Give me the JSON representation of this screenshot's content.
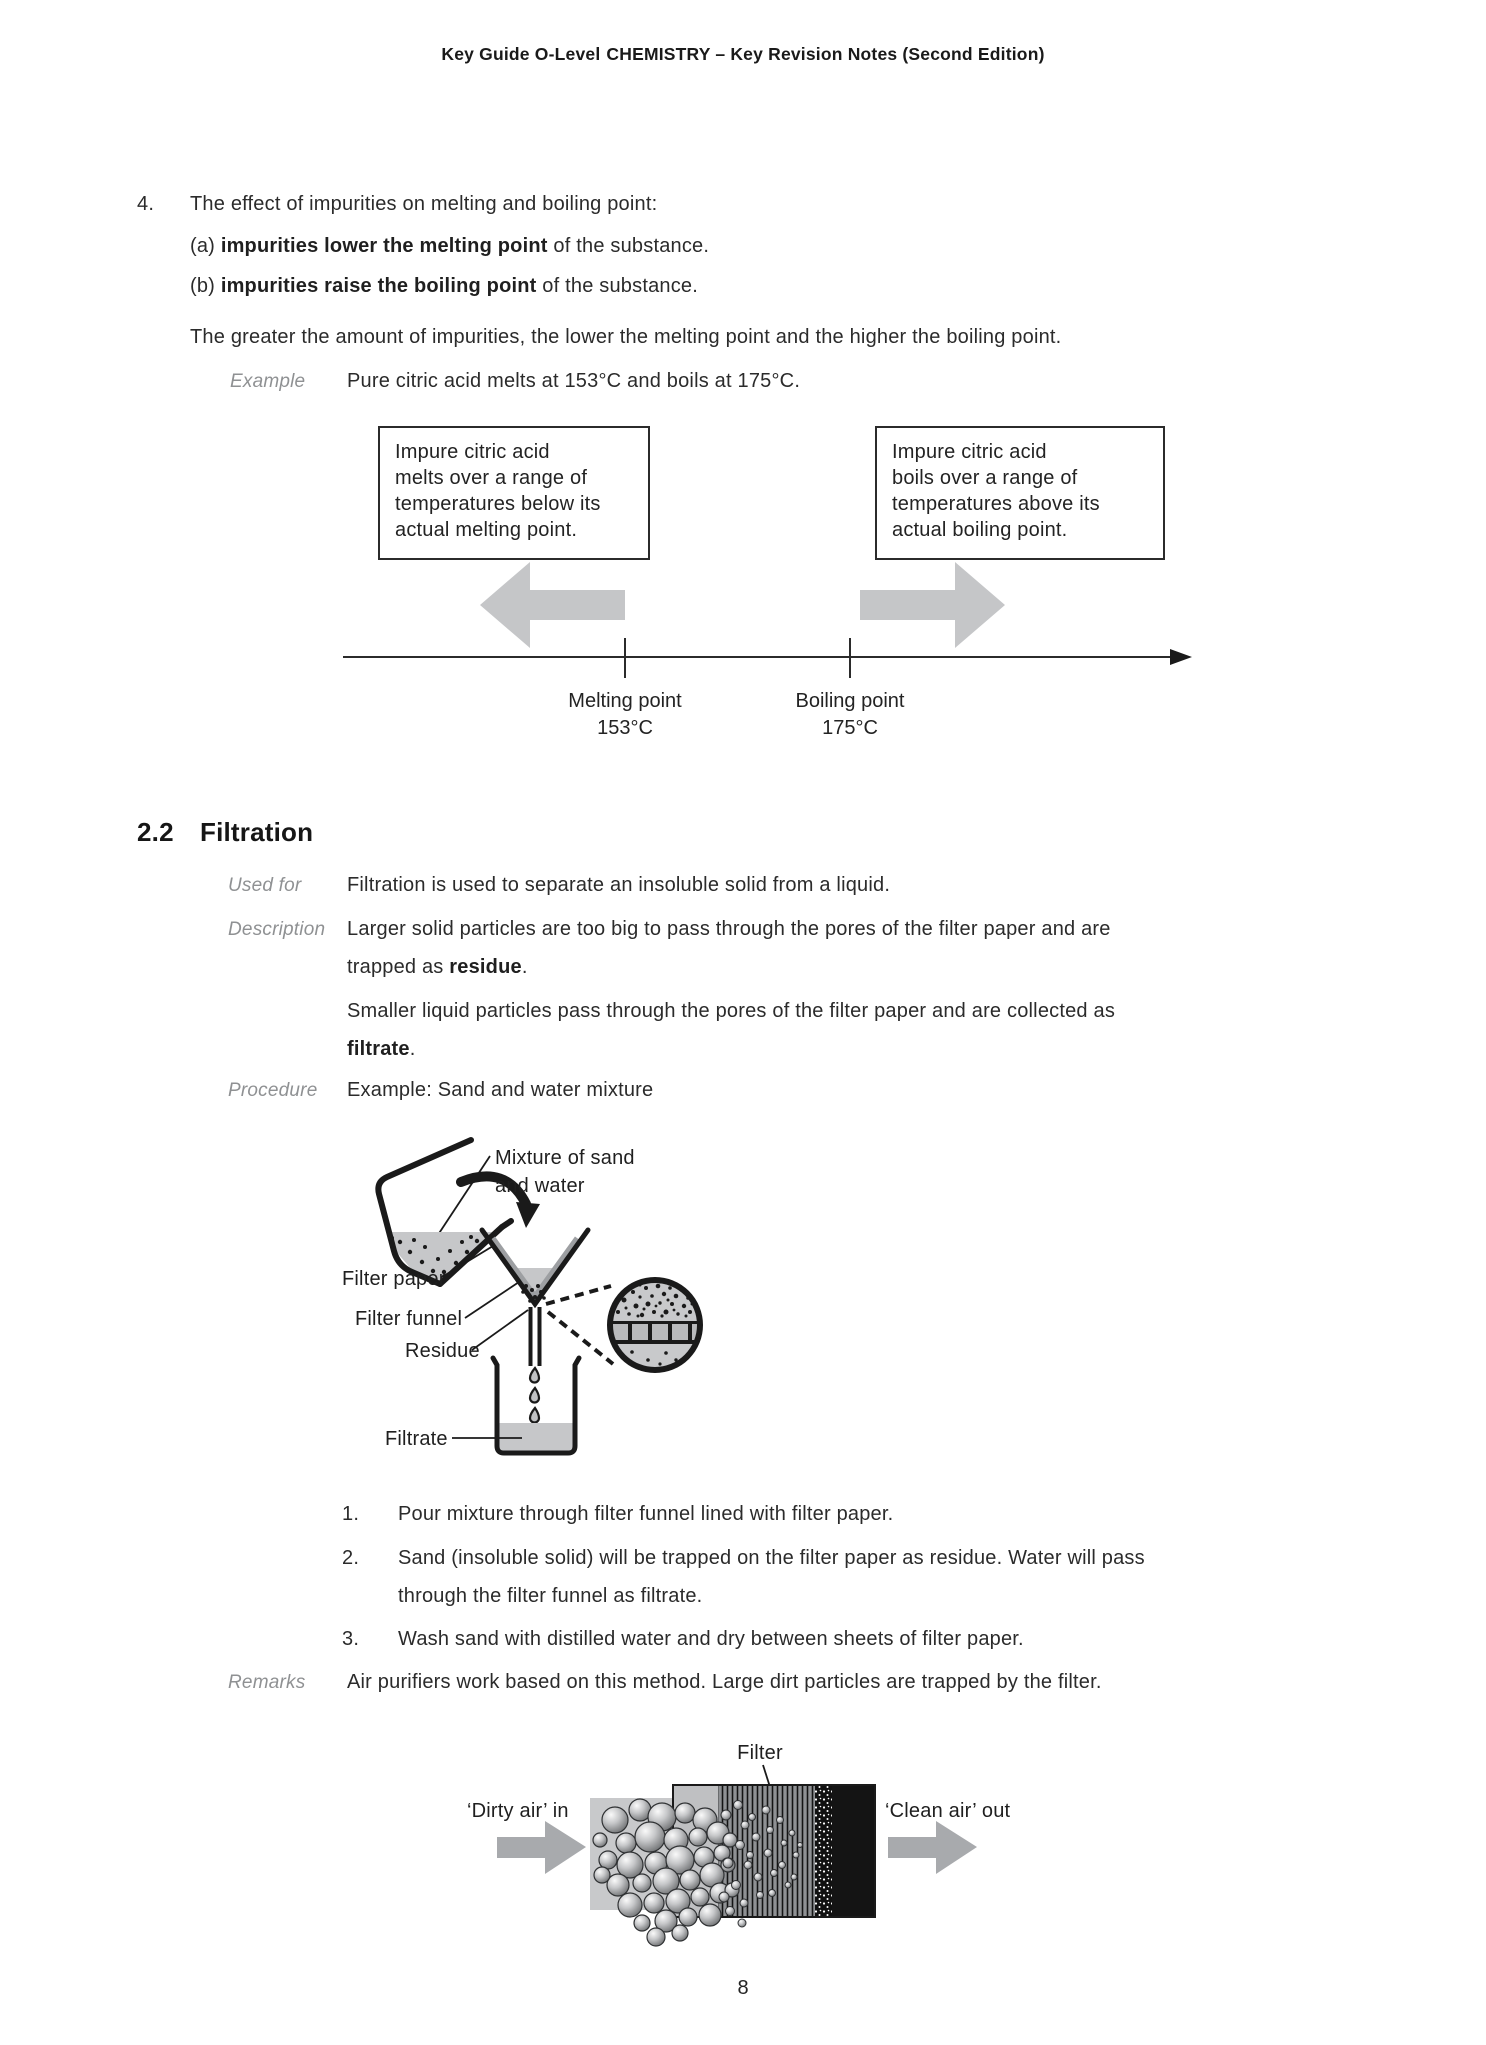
{
  "header": {
    "prefix": "Key Guide O-Level",
    "main": "CHEMISTRY – Key Revision Notes (Second Edition)"
  },
  "section4": {
    "number": "4.",
    "intro": "The effect of impurities on melting and boiling point:",
    "item_a": {
      "prefix": "(a) ",
      "bold": "impurities lower the melting point",
      "rest": " of the substance."
    },
    "item_b": {
      "prefix": "(b) ",
      "bold": "impurities raise the boiling point",
      "rest": " of the substance."
    },
    "summary": "The greater the amount of impurities, the lower the melting point and the higher the boiling point.",
    "example_label": "Example",
    "example_text": "Pure citric acid melts at 153°C and boils at 175°C."
  },
  "mp_diagram": {
    "left_box_lines": [
      "Impure citric acid",
      "melts over a range of",
      "temperatures below its",
      "actual melting point."
    ],
    "right_box_lines": [
      "Impure citric acid",
      "boils over a range of",
      "temperatures above its",
      "actual boiling point."
    ],
    "melting_label": "Melting point",
    "melting_value": "153°C",
    "boiling_label": "Boiling point",
    "boiling_value": "175°C"
  },
  "filtration": {
    "section_number": "2.2",
    "section_title": "Filtration",
    "used_for_label": "Used for",
    "used_for_text": "Filtration is used to separate an insoluble solid from a liquid.",
    "description_label": "Description",
    "description_line1": "Larger solid particles are too big to pass through the pores of the filter paper and are",
    "description_line2_pre": "trapped as ",
    "description_line2_bold": "residue",
    "description_line2_post": ".",
    "filtrate_line1": "Smaller liquid particles pass through the pores of the filter paper and are collected as",
    "filtrate_line2_bold": "filtrate",
    "filtrate_line2_post": ".",
    "procedure_label": "Procedure",
    "procedure_text": "Example: Sand and water mixture",
    "steps": [
      {
        "num": "1.",
        "line1": "Pour mixture through filter funnel lined with filter paper.",
        "line2": ""
      },
      {
        "num": "2.",
        "line1": "Sand (insoluble solid) will be trapped on the filter paper as residue. Water will pass",
        "line2": "through the filter funnel as filtrate."
      },
      {
        "num": "3.",
        "line1": "Wash sand with distilled water and dry between sheets of filter paper.",
        "line2": ""
      }
    ],
    "remarks_label": "Remarks",
    "remarks_text": "Air purifiers work based on this method. Large dirt particles are trapped by the filter."
  },
  "filtration_diagram": {
    "mixture_line1": "Mixture of sand",
    "mixture_line2": "and water",
    "filter_paper": "Filter paper",
    "filter_funnel": "Filter funnel",
    "residue": "Residue",
    "filtrate": "Filtrate"
  },
  "air_diagram": {
    "filter": "Filter",
    "dirty_in": "‘Dirty air’ in",
    "clean_out": "‘Clean air’ out"
  },
  "page_number": "8",
  "colors": {
    "ink": "#1a1a1a",
    "body_text": "#2b2b2b",
    "label_gray": "#8f9193",
    "block_arrow_gray": "#c5c6c8",
    "air_arrow_gray": "#a8aaad",
    "liquid_gray": "#c6c7c9"
  }
}
